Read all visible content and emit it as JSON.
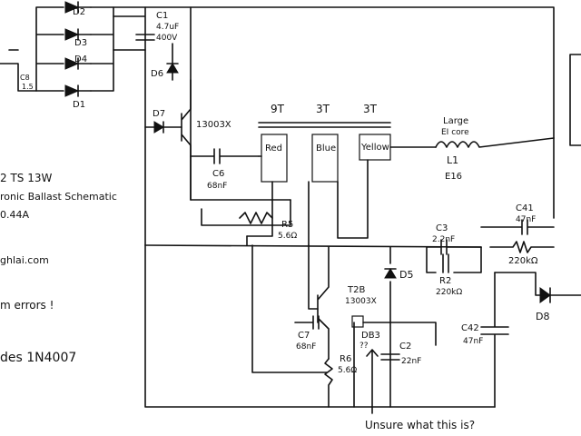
{
  "notes": {
    "title_line1": "2 TS 13W",
    "title_line2": "ronic Ballast Schematic",
    "title_line3": "0.44A",
    "website": "ghlai.com",
    "errors": "m errors !",
    "diodes_note": "des   1N4007",
    "unsure": "Unsure what this is?"
  },
  "components": {
    "d1": "D1",
    "d2": "D2",
    "d3": "D3",
    "d4": "D4",
    "d5": "D5",
    "d6": "D6",
    "d7": "D7",
    "d8": "D8",
    "c1": "C1",
    "c1_val1": "4.7uF",
    "c1_val2": "400V",
    "c8_small": "C8",
    "c8_small_val": "1.5",
    "c6": "C6",
    "c6_val": "68nF",
    "c7": "C7",
    "c7_val": "68nF",
    "c2": "C2",
    "c2_val": "22nF",
    "c3": "C3",
    "c3_val": "2.2nF",
    "c41": "C41",
    "c41_val": "47nF",
    "c42": "C42",
    "c42_val": "47nF",
    "r2": "R2",
    "r2_val": "220kΩ",
    "r2b_val": "220kΩ",
    "r5": "R5",
    "r5_val": "5.6Ω",
    "r6": "R6",
    "r6_val": "5.6Ω",
    "t1_part": "13003X",
    "t2": "T2B",
    "t2_part": "13003X",
    "db3": "DB3",
    "db3_q": "??",
    "l1": "L1",
    "l1_type": "E16",
    "l1_desc1": "Large",
    "l1_desc2": "EI core",
    "winding_9t": "9T",
    "winding_3t_a": "3T",
    "winding_3t_b": "3T",
    "winding_red": "Red",
    "winding_blue": "Blue",
    "winding_yellow": "Yellow"
  }
}
